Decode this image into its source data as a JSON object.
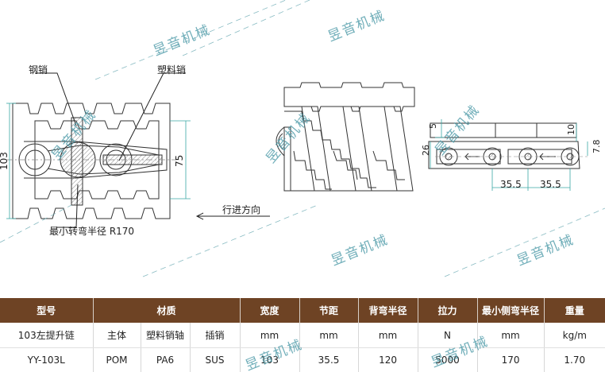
{
  "drawing": {
    "label_steel_pin": "钢销",
    "label_plastic_pin": "塑料销",
    "dim_height_103": "103",
    "dim_height_75": "75",
    "label_min_turn_radius": "最小转弯半径 R170",
    "label_direction": "行进方向",
    "dim_5": "5",
    "dim_26": "26",
    "dim_10": "10",
    "dim_7_8": "7.8",
    "dim_pitch_1": "35.5",
    "dim_pitch_2": "35.5"
  },
  "watermark_text": "昱音机械",
  "table": {
    "header": {
      "model": "型号",
      "material": "材质",
      "width": "宽度",
      "pitch": "节距",
      "back_bend_radius": "背弯半径",
      "tension": "拉力",
      "min_side_radius": "最小侧弯半径",
      "weight": "重量"
    },
    "subheader": {
      "model": "103左提升链",
      "body": "主体",
      "plastic_pin": "塑料销轴",
      "pin": "插销",
      "width_unit": "mm",
      "pitch_unit": "mm",
      "back_bend_unit": "mm",
      "tension_unit": "N",
      "side_radius_unit": "mm",
      "weight_unit": "kg/m"
    },
    "row": {
      "model": "YY-103L",
      "body": "POM",
      "plastic_pin": "PA6",
      "pin": "SUS",
      "width": "103",
      "pitch": "35.5",
      "back_bend_radius": "120",
      "tension": "5000",
      "min_side_radius": "170",
      "weight": "1.70"
    }
  }
}
